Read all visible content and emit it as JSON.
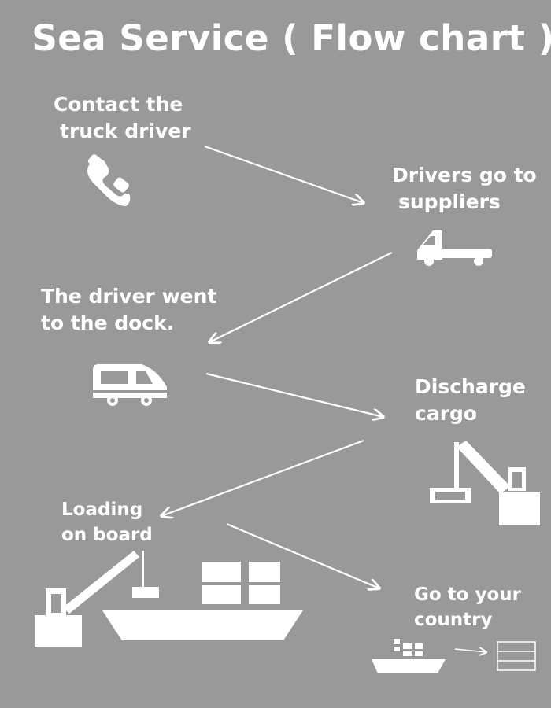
{
  "title": "Sea Service ( Flow chart )",
  "steps": [
    {
      "lines": [
        "Contact the",
        "truck driver"
      ],
      "icon": "phone-icon"
    },
    {
      "lines": [
        "Drivers go to",
        "suppliers"
      ],
      "icon": "flatbed-truck-icon"
    },
    {
      "lines": [
        "The driver went",
        "to the dock."
      ],
      "icon": "van-icon"
    },
    {
      "lines": [
        "Discharge",
        "cargo"
      ],
      "icon": "crane-icon"
    },
    {
      "lines": [
        "Loading",
        "on board"
      ],
      "icon": "crane-loading-ship-icon"
    },
    {
      "lines": [
        "Go to your",
        "country"
      ],
      "icon": "ship-to-destination-icon"
    }
  ],
  "colors": {
    "background": "#999999",
    "foreground": "#ffffff"
  }
}
